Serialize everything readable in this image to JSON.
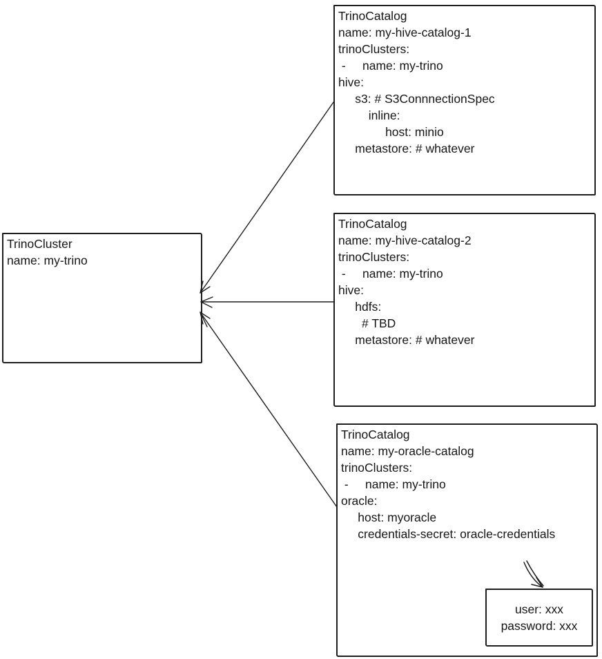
{
  "diagram": {
    "colors": {
      "stroke": "#1d1d1d",
      "text": "#161616",
      "background": "#ffffff"
    },
    "cluster_box": {
      "lines": [
        "TrinoCluster",
        "name: my-trino"
      ]
    },
    "catalog_boxes": [
      {
        "lines": [
          "TrinoCatalog",
          "name: my-hive-catalog-1",
          "trinoClusters:",
          " -     name: my-trino",
          "hive:",
          "     s3: # S3ConnnectionSpec",
          "         inline:",
          "              host: minio",
          "     metastore: # whatever"
        ]
      },
      {
        "lines": [
          "TrinoCatalog",
          "name: my-hive-catalog-2",
          "trinoClusters:",
          " -     name: my-trino",
          "hive:",
          "     hdfs:",
          "       # TBD",
          "     metastore: # whatever"
        ]
      },
      {
        "lines": [
          "TrinoCatalog",
          "name: my-oracle-catalog",
          "trinoClusters:",
          " -     name: my-trino",
          "oracle:",
          "     host: myoracle",
          "     credentials-secret: oracle-credentials"
        ]
      }
    ],
    "secret_box": {
      "lines": [
        "user: xxx",
        "password: xxx"
      ]
    }
  }
}
